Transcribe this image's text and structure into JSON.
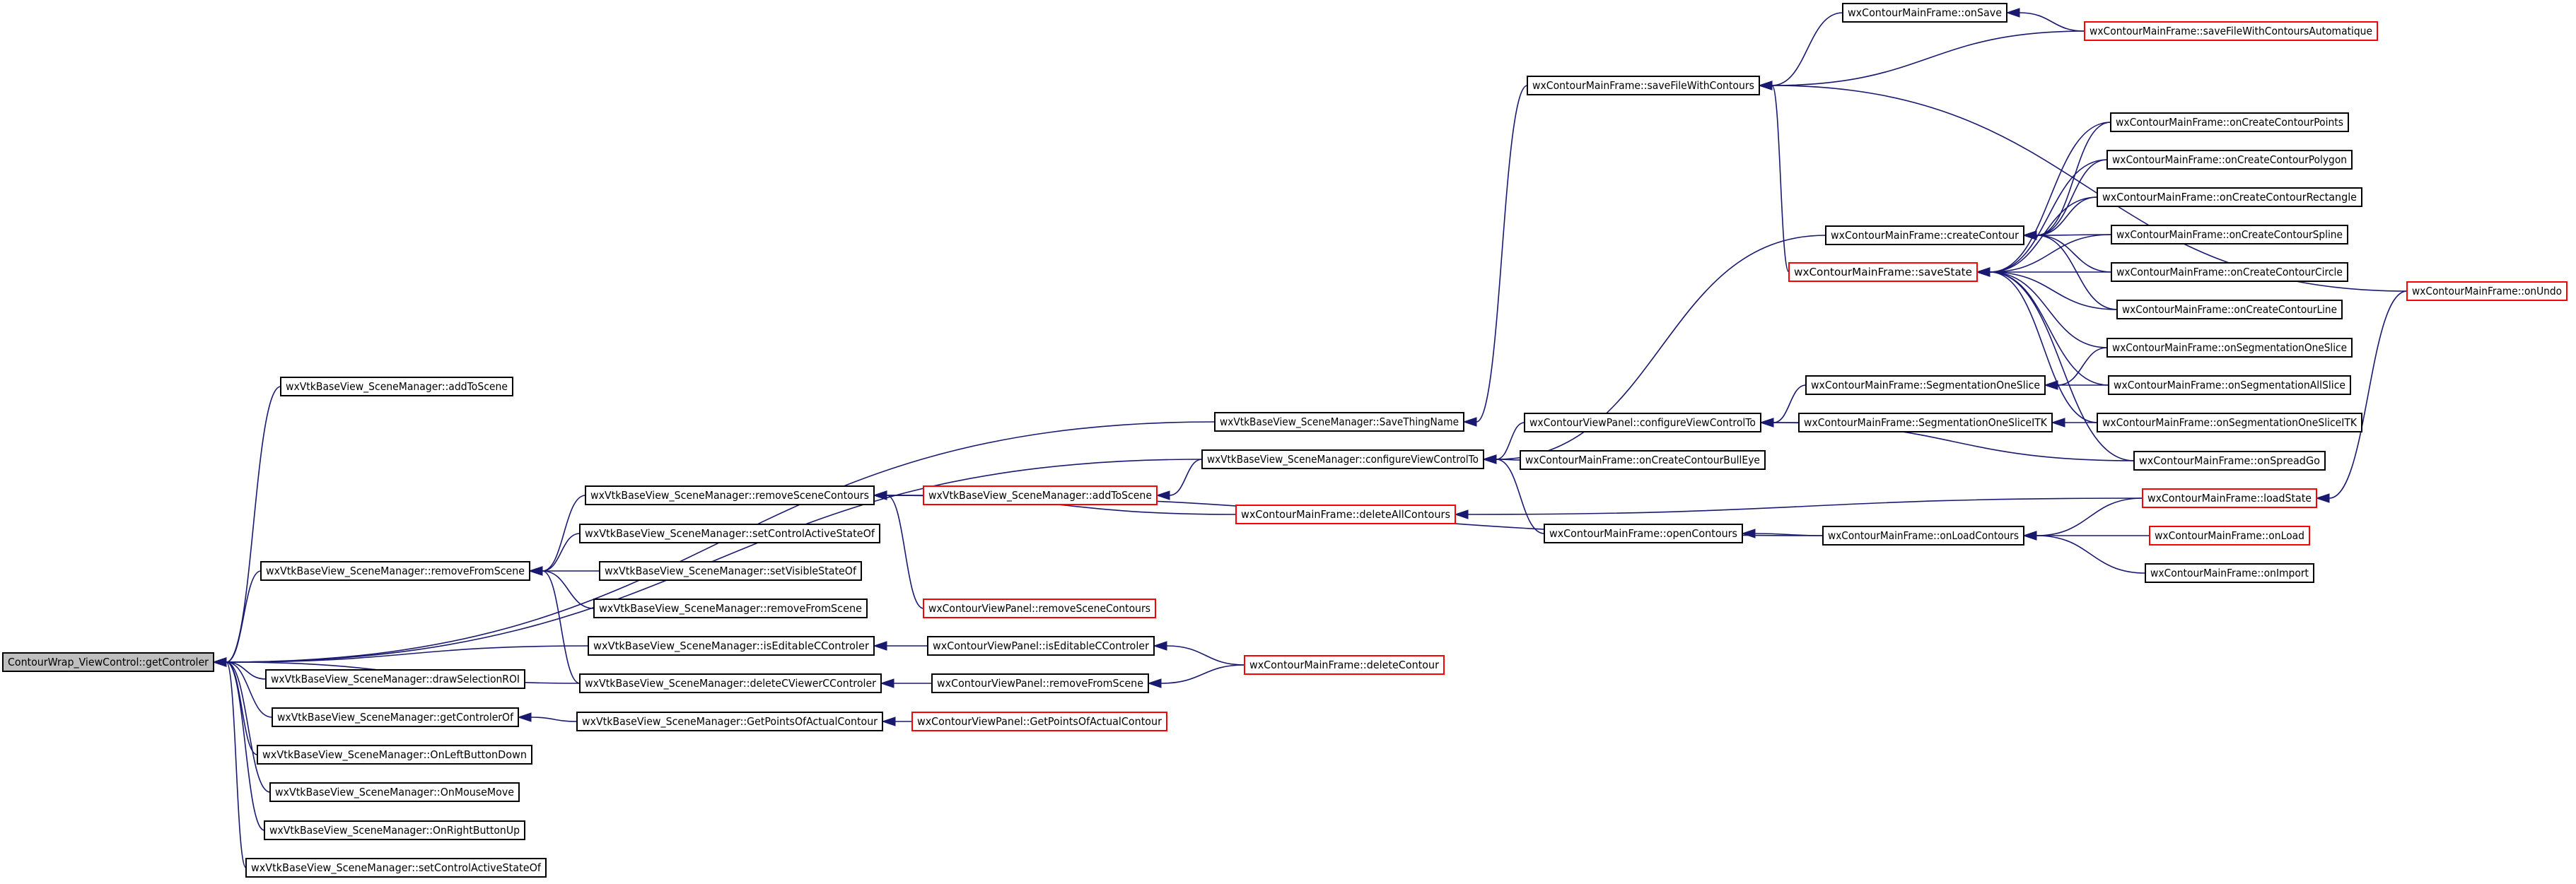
{
  "colors": {
    "edge": "#191970",
    "border_normal": "#000000",
    "border_truncated": "#ff0000",
    "root_fill": "#bfbfbf"
  },
  "nodes": [
    {
      "id": "root",
      "label": "ContourWrap_ViewControl::getControler",
      "kind": "root"
    },
    {
      "id": "addToScene_svm",
      "label": "wxVtkBaseView_SceneManager::addToScene",
      "kind": "normal"
    },
    {
      "id": "removeFromScene_svm",
      "label": "wxVtkBaseView_SceneManager::removeFromScene",
      "kind": "normal"
    },
    {
      "id": "removeSceneContours_svm",
      "label": "wxVtkBaseView_SceneManager::removeSceneContours",
      "kind": "normal"
    },
    {
      "id": "setControlActiveStateOf_a",
      "label": "wxVtkBaseView_SceneManager::setControlActiveStateOf",
      "kind": "normal"
    },
    {
      "id": "setVisibleStateOf",
      "label": "wxVtkBaseView_SceneManager::setVisibleStateOf",
      "kind": "normal"
    },
    {
      "id": "removeFromScene_svm2",
      "label": "wxVtkBaseView_SceneManager::removeFromScene",
      "kind": "normal"
    },
    {
      "id": "isEditableCControler_svm",
      "label": "wxVtkBaseView_SceneManager::isEditableCControler",
      "kind": "normal"
    },
    {
      "id": "drawSelectionROI",
      "label": "wxVtkBaseView_SceneManager::drawSelectionROI",
      "kind": "normal"
    },
    {
      "id": "deleteCViewerCControler",
      "label": "wxVtkBaseView_SceneManager::deleteCViewerCControler",
      "kind": "normal"
    },
    {
      "id": "getControlerOf",
      "label": "wxVtkBaseView_SceneManager::getControlerOf",
      "kind": "normal"
    },
    {
      "id": "GetPointsOfActualContour_svm",
      "label": "wxVtkBaseView_SceneManager::GetPointsOfActualContour",
      "kind": "normal"
    },
    {
      "id": "OnLeftButtonDown",
      "label": "wxVtkBaseView_SceneManager::OnLeftButtonDown",
      "kind": "normal"
    },
    {
      "id": "OnMouseMove",
      "label": "wxVtkBaseView_SceneManager::OnMouseMove",
      "kind": "normal"
    },
    {
      "id": "OnRightButtonUp",
      "label": "wxVtkBaseView_SceneManager::OnRightButtonUp",
      "kind": "normal"
    },
    {
      "id": "setControlActiveStateOf_b",
      "label": "wxVtkBaseView_SceneManager::setControlActiveStateOf",
      "kind": "normal"
    },
    {
      "id": "SaveThingName",
      "label": "wxVtkBaseView_SceneManager::SaveThingName",
      "kind": "normal"
    },
    {
      "id": "configureViewControlTo_svm",
      "label": "wxVtkBaseView_SceneManager::configureViewControlTo",
      "kind": "normal"
    },
    {
      "id": "addToScene_cvp",
      "label": "wxVtkBaseView_SceneManager::addToScene",
      "kind": "truncated"
    },
    {
      "id": "deleteAllContours",
      "label": "wxContourMainFrame::deleteAllContours",
      "kind": "truncated"
    },
    {
      "id": "removeSceneContours_cvp",
      "label": "wxContourViewPanel::removeSceneContours",
      "kind": "truncated"
    },
    {
      "id": "isEditableCControler_cvp",
      "label": "wxContourViewPanel::isEditableCControler",
      "kind": "normal"
    },
    {
      "id": "removeFromScene_cvp",
      "label": "wxContourViewPanel::removeFromScene",
      "kind": "normal"
    },
    {
      "id": "GetPointsOfActualContour_cvp",
      "label": "wxContourViewPanel::GetPointsOfActualContour",
      "kind": "truncated"
    },
    {
      "id": "deleteContour",
      "label": "wxContourMainFrame::deleteContour",
      "kind": "truncated"
    },
    {
      "id": "saveFileWithContours",
      "label": "wxContourMainFrame::saveFileWithContours",
      "kind": "normal"
    },
    {
      "id": "onSave",
      "label": "wxContourMainFrame::onSave",
      "kind": "normal"
    },
    {
      "id": "saveFileWithContoursAutomatique",
      "label": "wxContourMainFrame::saveFileWithContoursAutomatique",
      "kind": "truncated"
    },
    {
      "id": "configureViewControlTo_cvp",
      "label": "wxContourViewPanel::configureViewControlTo",
      "kind": "normal"
    },
    {
      "id": "onCreateContourBullEye",
      "label": "wxContourMainFrame::onCreateContourBullEye",
      "kind": "normal"
    },
    {
      "id": "openContours",
      "label": "wxContourMainFrame::openContours",
      "kind": "normal"
    },
    {
      "id": "createContour",
      "label": "wxContourMainFrame::createContour",
      "kind": "normal"
    },
    {
      "id": "saveState",
      "label": "wxContourMainFrame::saveState",
      "kind": "truncated"
    },
    {
      "id": "SegmentationOneSlice",
      "label": "wxContourMainFrame::SegmentationOneSlice",
      "kind": "normal"
    },
    {
      "id": "SegmentationOneSliceITK",
      "label": "wxContourMainFrame::SegmentationOneSliceITK",
      "kind": "normal"
    },
    {
      "id": "onLoadContours",
      "label": "wxContourMainFrame::onLoadContours",
      "kind": "normal"
    },
    {
      "id": "onCreateContourPoints",
      "label": "wxContourMainFrame::onCreateContourPoints",
      "kind": "normal"
    },
    {
      "id": "onCreateContourPolygon",
      "label": "wxContourMainFrame::onCreateContourPolygon",
      "kind": "normal"
    },
    {
      "id": "onCreateContourRectangle",
      "label": "wxContourMainFrame::onCreateContourRectangle",
      "kind": "normal"
    },
    {
      "id": "onCreateContourSpline",
      "label": "wxContourMainFrame::onCreateContourSpline",
      "kind": "normal"
    },
    {
      "id": "onCreateContourCircle",
      "label": "wxContourMainFrame::onCreateContourCircle",
      "kind": "normal"
    },
    {
      "id": "onCreateContourLine",
      "label": "wxContourMainFrame::onCreateContourLine",
      "kind": "normal"
    },
    {
      "id": "onSegmentationOneSlice",
      "label": "wxContourMainFrame::onSegmentationOneSlice",
      "kind": "normal"
    },
    {
      "id": "onSegmentationAllSlice",
      "label": "wxContourMainFrame::onSegmentationAllSlice",
      "kind": "normal"
    },
    {
      "id": "onSegmentationOneSliceITK",
      "label": "wxContourMainFrame::onSegmentationOneSliceITK",
      "kind": "normal"
    },
    {
      "id": "onSpreadGo",
      "label": "wxContourMainFrame::onSpreadGo",
      "kind": "normal"
    },
    {
      "id": "loadState",
      "label": "wxContourMainFrame::loadState",
      "kind": "truncated"
    },
    {
      "id": "onLoad",
      "label": "wxContourMainFrame::onLoad",
      "kind": "truncated"
    },
    {
      "id": "onImport",
      "label": "wxContourMainFrame::onImport",
      "kind": "normal"
    },
    {
      "id": "onUndo",
      "label": "wxContourMainFrame::onUndo",
      "kind": "truncated"
    }
  ],
  "edges": [
    {
      "from": "addToScene_svm",
      "to": "root"
    },
    {
      "from": "removeFromScene_svm",
      "to": "root"
    },
    {
      "from": "isEditableCControler_svm",
      "to": "root"
    },
    {
      "from": "drawSelectionROI",
      "to": "root"
    },
    {
      "from": "deleteCViewerCControler",
      "to": "root"
    },
    {
      "from": "getControlerOf",
      "to": "root"
    },
    {
      "from": "OnLeftButtonDown",
      "to": "root"
    },
    {
      "from": "OnMouseMove",
      "to": "root"
    },
    {
      "from": "OnRightButtonUp",
      "to": "root"
    },
    {
      "from": "setControlActiveStateOf_b",
      "to": "root"
    },
    {
      "from": "SaveThingName",
      "to": "root"
    },
    {
      "from": "configureViewControlTo_svm",
      "to": "root"
    },
    {
      "from": "removeSceneContours_svm",
      "to": "removeFromScene_svm"
    },
    {
      "from": "setControlActiveStateOf_a",
      "to": "removeFromScene_svm"
    },
    {
      "from": "setVisibleStateOf",
      "to": "removeFromScene_svm"
    },
    {
      "from": "removeFromScene_svm2",
      "to": "removeFromScene_svm"
    },
    {
      "from": "deleteCViewerCControler",
      "to": "removeFromScene_svm"
    },
    {
      "from": "addToScene_cvp",
      "to": "removeSceneContours_svm"
    },
    {
      "from": "deleteAllContours",
      "to": "removeSceneContours_svm"
    },
    {
      "from": "removeSceneContours_cvp",
      "to": "removeSceneContours_svm"
    },
    {
      "from": "onLoadContours",
      "to": "removeSceneContours_svm"
    },
    {
      "from": "configureViewControlTo_svm",
      "to": "addToScene_cvp"
    },
    {
      "from": "isEditableCControler_cvp",
      "to": "isEditableCControler_svm"
    },
    {
      "from": "removeFromScene_cvp",
      "to": "deleteCViewerCControler"
    },
    {
      "from": "GetPointsOfActualContour_svm",
      "to": "getControlerOf"
    },
    {
      "from": "GetPointsOfActualContour_cvp",
      "to": "GetPointsOfActualContour_svm"
    },
    {
      "from": "deleteContour",
      "to": "isEditableCControler_cvp"
    },
    {
      "from": "deleteContour",
      "to": "removeFromScene_cvp"
    },
    {
      "from": "saveFileWithContours",
      "to": "SaveThingName"
    },
    {
      "from": "onSave",
      "to": "saveFileWithContours"
    },
    {
      "from": "saveFileWithContoursAutomatique",
      "to": "saveFileWithContours"
    },
    {
      "from": "onUndo",
      "to": "saveFileWithContours"
    },
    {
      "from": "saveState",
      "to": "saveFileWithContours"
    },
    {
      "from": "saveFileWithContoursAutomatique",
      "to": "onSave"
    },
    {
      "from": "configureViewControlTo_cvp",
      "to": "configureViewControlTo_svm"
    },
    {
      "from": "onCreateContourBullEye",
      "to": "configureViewControlTo_svm"
    },
    {
      "from": "openContours",
      "to": "configureViewControlTo_svm"
    },
    {
      "from": "createContour",
      "to": "configureViewControlTo_svm"
    },
    {
      "from": "SegmentationOneSlice",
      "to": "configureViewControlTo_cvp"
    },
    {
      "from": "SegmentationOneSliceITK",
      "to": "configureViewControlTo_cvp"
    },
    {
      "from": "onSpreadGo",
      "to": "configureViewControlTo_cvp"
    },
    {
      "from": "onCreateContourPoints",
      "to": "createContour"
    },
    {
      "from": "onCreateContourPolygon",
      "to": "createContour"
    },
    {
      "from": "onCreateContourRectangle",
      "to": "createContour"
    },
    {
      "from": "onCreateContourSpline",
      "to": "createContour"
    },
    {
      "from": "onCreateContourCircle",
      "to": "createContour"
    },
    {
      "from": "onCreateContourLine",
      "to": "createContour"
    },
    {
      "from": "onCreateContourPoints",
      "to": "saveState"
    },
    {
      "from": "onCreateContourPolygon",
      "to": "saveState"
    },
    {
      "from": "onCreateContourRectangle",
      "to": "saveState"
    },
    {
      "from": "onCreateContourSpline",
      "to": "saveState"
    },
    {
      "from": "onCreateContourCircle",
      "to": "saveState"
    },
    {
      "from": "onCreateContourLine",
      "to": "saveState"
    },
    {
      "from": "onSegmentationOneSlice",
      "to": "saveState"
    },
    {
      "from": "onSegmentationAllSlice",
      "to": "saveState"
    },
    {
      "from": "onSegmentationOneSliceITK",
      "to": "saveState"
    },
    {
      "from": "onSpreadGo",
      "to": "saveState"
    },
    {
      "from": "onSegmentationOneSlice",
      "to": "SegmentationOneSlice"
    },
    {
      "from": "onSegmentationAllSlice",
      "to": "SegmentationOneSlice"
    },
    {
      "from": "onSegmentationOneSliceITK",
      "to": "SegmentationOneSliceITK"
    },
    {
      "from": "loadState",
      "to": "deleteAllContours"
    },
    {
      "from": "onUndo",
      "to": "loadState"
    },
    {
      "from": "onLoadContours",
      "to": "openContours"
    },
    {
      "from": "loadState",
      "to": "onLoadContours"
    },
    {
      "from": "onLoad",
      "to": "onLoadContours"
    },
    {
      "from": "onImport",
      "to": "onLoadContours"
    }
  ]
}
